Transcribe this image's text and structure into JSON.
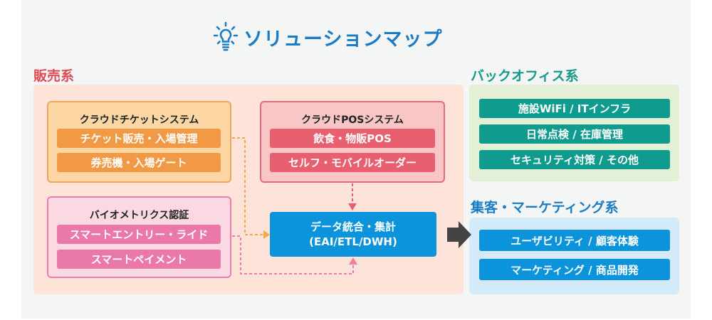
{
  "title": "ソリューションマップ",
  "colors": {
    "title": "#1a7cc4",
    "sales": "#e04a54",
    "backoffice": "#159a8a",
    "marketing": "#1a7cc4",
    "hub": "#0b94dc"
  },
  "sales": {
    "label": "販売系",
    "groups": [
      {
        "title": "クラウドチケットシステム",
        "items": [
          "チケット販売・入場管理",
          "券売機・入場ゲート"
        ]
      },
      {
        "title": "クラウドPOSシステム",
        "items": [
          "飲食・物販POS",
          "セルフ・モバイルオーダー"
        ]
      },
      {
        "title": "バイオメトリクス認証",
        "items": [
          "スマートエントリー・ライド",
          "スマートペイメント"
        ]
      }
    ],
    "hub": {
      "line1": "データ統合・集計",
      "line2": "(EAI/ETL/DWH)"
    }
  },
  "backoffice": {
    "label": "バックオフィス系",
    "items": [
      "施設WiFi / ITインフラ",
      "日常点検 / 在庫管理",
      "セキュリティ対策 / その他"
    ]
  },
  "marketing": {
    "label": "集客・マーケティング系",
    "items": [
      "ユーザビリティ / 顧客体験",
      "マーケティング / 商品開発"
    ]
  },
  "icons": {
    "title_icon": "lightbulb-icon",
    "flow_arrow": "arrow-right-icon"
  }
}
